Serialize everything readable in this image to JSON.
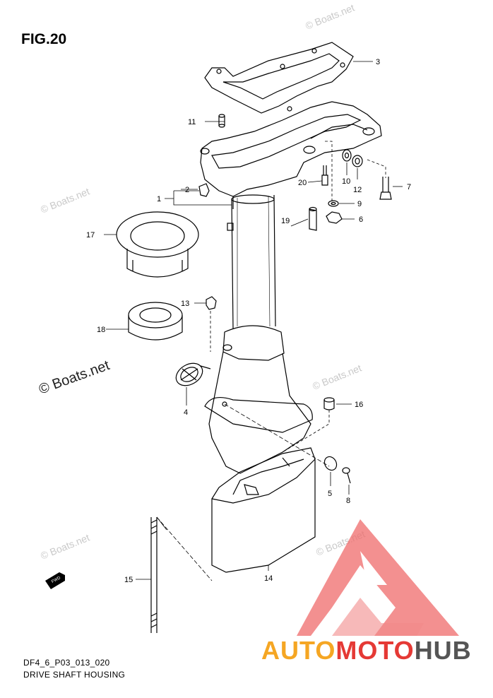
{
  "figure": {
    "title": "FIG.20"
  },
  "footer": {
    "code": "DF4_6_P03_013_020",
    "caption": "DRIVE SHAFT HOUSING"
  },
  "watermark": {
    "text": "© Boats.net"
  },
  "brand": {
    "part1": "AUTO",
    "part2": "MOTO",
    "part3": "HUB"
  },
  "fwd": {
    "label": "FWD"
  },
  "callouts": [
    "1",
    "2",
    "3",
    "4",
    "5",
    "6",
    "7",
    "8",
    "9",
    "10",
    "11",
    "12",
    "13",
    "14",
    "15",
    "16",
    "17",
    "18",
    "19",
    "20"
  ],
  "colors": {
    "line": "#000000",
    "watermark": "#c9c9c9",
    "brand_orange": "#f5a623",
    "brand_red": "#e53935",
    "brand_gray": "#555555"
  }
}
